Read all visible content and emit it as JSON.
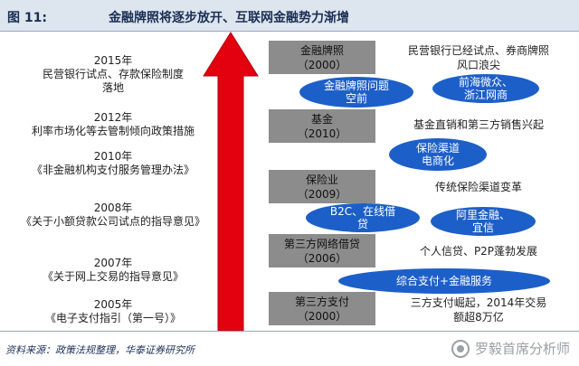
{
  "header": {
    "figure_no": "图 11:",
    "title": "金融牌照将逐步放开、互联网金融势力渐增"
  },
  "timeline": [
    {
      "year": "2015年",
      "text": "民营银行试点、存款保险制度\n落地"
    },
    {
      "year": "2012年",
      "text": "利率市场化等去管制倾向政策措施"
    },
    {
      "year": "2010年",
      "text": "《非金融机构支付服务管理办法》"
    },
    {
      "year": "2008年",
      "text": "《关于小额贷款公司试点的指导意见》"
    },
    {
      "year": "2007年",
      "text": "《关于网上交易的指导意见》"
    },
    {
      "year": "2005年",
      "text": "《电子支付指引（第一号）》"
    }
  ],
  "boxes": [
    {
      "label": "金融牌照",
      "year": "（2000）"
    },
    {
      "label": "基金",
      "year": "（2010）"
    },
    {
      "label": "保险业",
      "year": "（2009）"
    },
    {
      "label": "第三方网络借贷",
      "year": "（2006）"
    },
    {
      "label": "第三方支付",
      "year": "（2000）"
    }
  ],
  "descriptions": [
    "民营银行已经试点、券商牌照\n风口浪尖",
    "基金直销和第三方销售兴起",
    "传统保险渠道变革",
    "个人信贷、P2P蓬勃发展",
    "三方支付崛起，2014年交易\n额超8万亿"
  ],
  "pills": [
    "金融牌照问题\n空前",
    "前海微众、\n浙江网商",
    "保险渠道\n电商化",
    "B2C、在线借\n贷",
    "阿里金融、\n宜信",
    "综合支付+金融服务"
  ],
  "footer": {
    "source": "资料来源：政策法规整理，华泰证券研究所",
    "watermark": "罗毅首席分析师"
  },
  "colors": {
    "arrow": "#e3000f",
    "pill": "#1d5fc8",
    "box": "#8c8c8c",
    "header_bg": "#dde5ee"
  }
}
